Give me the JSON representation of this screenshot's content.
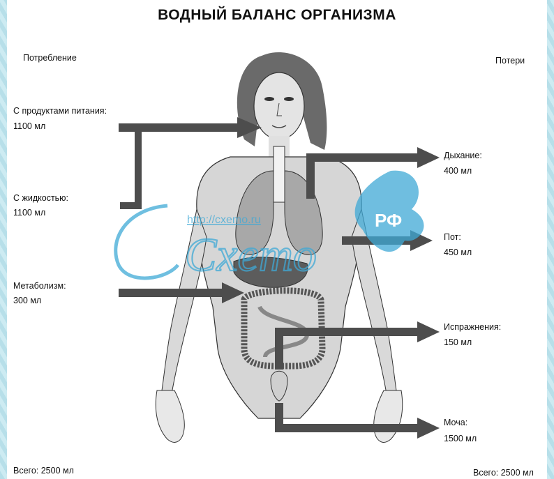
{
  "title": "ВОДНЫЙ БАЛАНС ОРГАНИЗМА",
  "intake": {
    "header": "Потребление",
    "items": [
      {
        "label": "С продуктами питания:",
        "value": "1100 мл"
      },
      {
        "label": "С жидкостью:",
        "value": "1100 мл"
      },
      {
        "label": "Метаболизм:",
        "value": "300 мл"
      }
    ],
    "total": "Всего:  2500 мл"
  },
  "losses": {
    "header": "Потери",
    "items": [
      {
        "label": "Дыхание:",
        "value": "400 мл"
      },
      {
        "label": "Пот:",
        "value": "450 мл"
      },
      {
        "label": "Испражнения:",
        "value": "150 мл"
      },
      {
        "label": "Моча:",
        "value": "1500 мл"
      }
    ],
    "total": "Всего:  2500 мл"
  },
  "watermark": {
    "url": "http://cxemo.ru",
    "word": "Cxemo",
    "badge": "РФ"
  },
  "colors": {
    "arrow": "#4d4d4d",
    "body_fill": "#d6d6d6",
    "organ_dark": "#5c5c5c",
    "watermark": "#3fa9d6"
  }
}
